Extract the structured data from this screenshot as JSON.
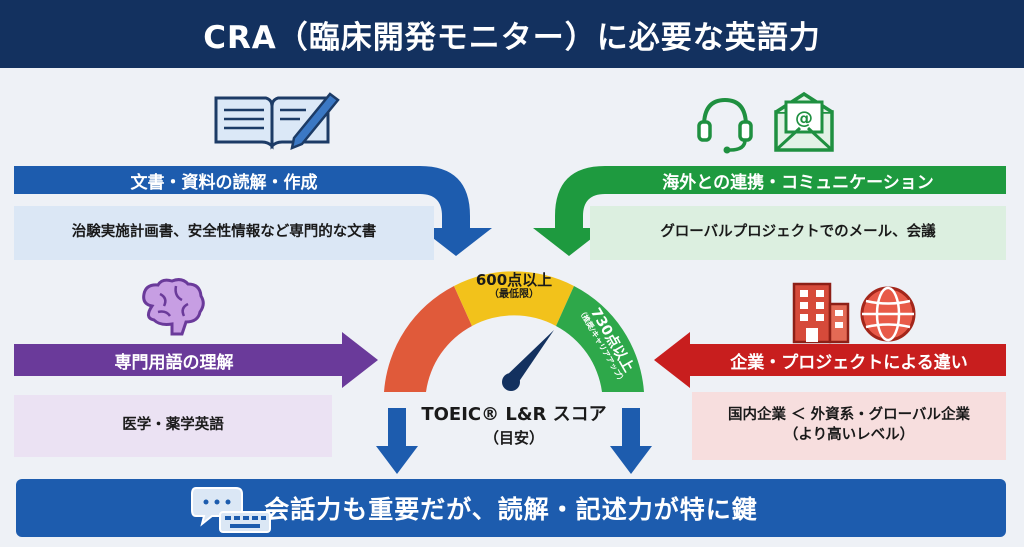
{
  "title": "CRA（臨床開発モニター）に必要な英語力",
  "panels": {
    "reading": {
      "heading": "文書・資料の読解・作成",
      "body": "治験実施計画書、安全性情報など専門的な文書",
      "head_color": "#1d5cae",
      "body_color": "#dbe7f5"
    },
    "overseas": {
      "heading": "海外との連携・コミュニケーション",
      "body": "グローバルプロジェクトでのメール、会議",
      "head_color": "#1e9a3f",
      "body_color": "#dcefe0"
    },
    "terminology": {
      "heading": "専門用語の理解",
      "body": "医学・薬学英語",
      "head_color": "#6a3a9a",
      "body_color": "#ebe2f3"
    },
    "company": {
      "heading": "企業・プロジェクトによる違い",
      "body_line1": "国内企業 ＜ 外資系・グローバル企業",
      "body_line2": "（より高いレベル）",
      "head_color": "#c81e1e",
      "body_color": "#f7dede"
    }
  },
  "gauge": {
    "segment_yellow_line1": "600点以上",
    "segment_yellow_line2": "（最低限）",
    "segment_green_line1": "730点以上",
    "segment_green_line2": "（推奨/キャリアアップ）",
    "score_label": "TOEIC® L&R スコア",
    "score_sub": "（目安）",
    "colors": {
      "red": "#e05a3a",
      "yellow": "#f2c21b",
      "green": "#2ea84a"
    }
  },
  "footer": "会話力も重要だが、読解・記述力が特に鍵",
  "icons": [
    "open-book-pen-icon",
    "headset-icon",
    "email-icon",
    "brain-icon",
    "office-building-icon",
    "globe-icon",
    "chat-keyboard-icon"
  ]
}
